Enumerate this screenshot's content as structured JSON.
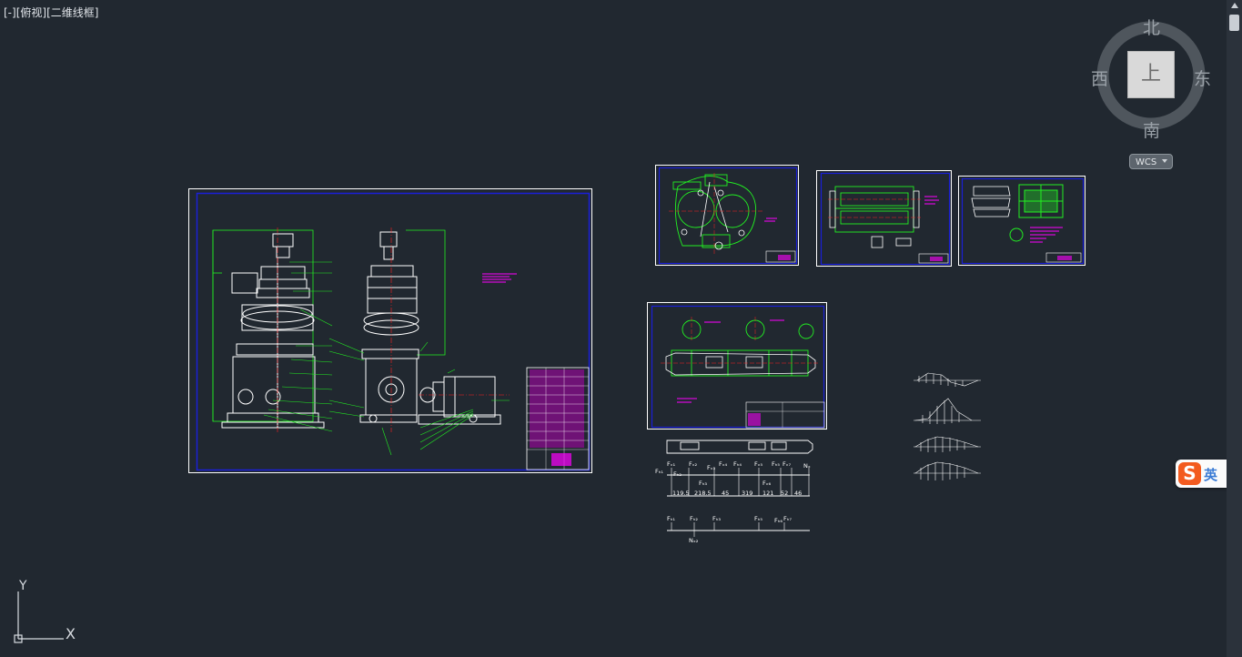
{
  "viewport_label": {
    "part1": "[-]",
    "part2": "[俯视]",
    "part3": "[二维线框]"
  },
  "viewcube": {
    "north": "北",
    "south": "南",
    "east": "东",
    "west": "西",
    "face": "上",
    "ucs_menu": "WCS"
  },
  "ucs_icon": {
    "x_label": "X",
    "y_label": "Y"
  },
  "ime": {
    "logo": "S",
    "mode": "英",
    "punct": "·,"
  },
  "colors": {
    "background": "#212830",
    "frame": "#ffffff",
    "border_blue": "#1a1fd8",
    "geometry_green": "#22f022",
    "geometry_white": "#ffffff",
    "text_magenta": "#ff00ff",
    "centerline_red": "#ff2020"
  },
  "drawing": {
    "sheets": [
      {
        "id": "main-assembly"
      },
      {
        "id": "housing-part"
      },
      {
        "id": "frame-part"
      },
      {
        "id": "gear-part"
      },
      {
        "id": "shaft-part"
      }
    ],
    "shaft_diagram": {
      "force_labels_top": [
        "Fₕ₁",
        "Fᵥ₁",
        "Fₕ₂",
        "Fᵥ₂",
        "Fₕ₃",
        "Fᵥ₃",
        "Fᵥ₄",
        "Fₕ₄",
        "Fᵥ₅",
        "Fᵥ₆",
        "Fₕ₅",
        "Fᵥ₇",
        "Nₓ"
      ],
      "dimensions": [
        "119.5",
        "218.5",
        "45",
        "319",
        "121",
        "52",
        "46"
      ],
      "force_labels_bottom": [
        "Fₕ₁",
        "Fₕ₂",
        "Fₕ₃",
        "Fₕ₅",
        "Fₕ₆",
        "Fₕ₇"
      ],
      "reaction_label": "Nₓ₂"
    }
  }
}
